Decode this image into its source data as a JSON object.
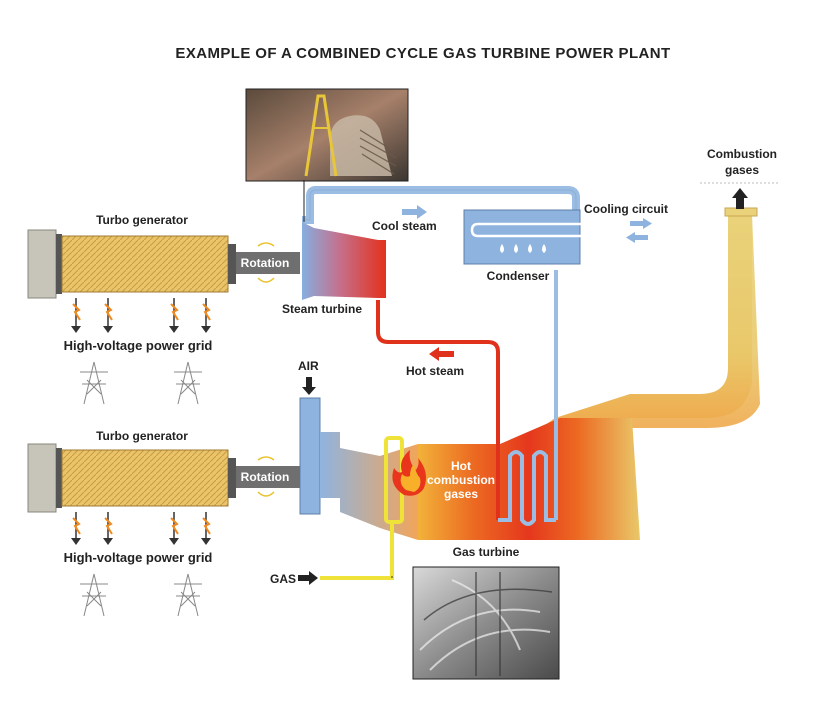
{
  "title": "EXAMPLE OF A COMBINED CYCLE GAS TURBINE POWER PLANT",
  "labels": {
    "turbo_generator_top": "Turbo generator",
    "turbo_generator_bottom": "Turbo generator",
    "rotation_top": "Rotation",
    "rotation_bottom": "Rotation",
    "grid_top": "High-voltage power grid",
    "grid_bottom": "High-voltage power grid",
    "steam_turbine": "Steam turbine",
    "cool_steam": "Cool steam",
    "condenser": "Condenser",
    "cooling_circuit": "Cooling circuit",
    "combustion_gases_line1": "Combustion",
    "combustion_gases_line2": "gases",
    "hot_steam": "Hot steam",
    "air": "AIR",
    "hot_combustion_gases_line1": "Hot",
    "hot_combustion_gases_line2": "combustion",
    "hot_combustion_gases_line3": "gases",
    "gas_turbine": "Gas turbine",
    "gas": "GAS"
  },
  "icons": {
    "flame": "flame-icon",
    "lightning": "lightning-icon",
    "pylon": "power-pylon-icon",
    "rotation": "rotation-arrow-icon"
  },
  "colors": {
    "turbine_blue": "#8db3de",
    "pipe_blue": "#9bbde3",
    "hot_red": "#e0321b",
    "hot_orange": "#f08a1e",
    "exhaust_yellow": "#e9cc6a",
    "generator_tan": "#e9c46a",
    "gas_line_yellow": "#f2e23a"
  }
}
